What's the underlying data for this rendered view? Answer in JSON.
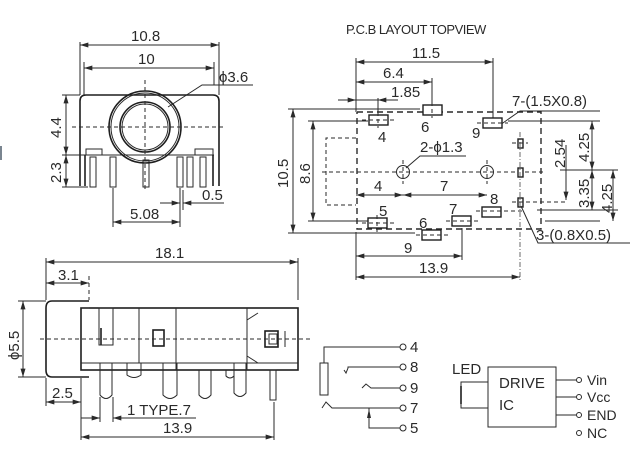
{
  "front_view": {
    "dims": {
      "overall_width": "10.8",
      "body_width": "10",
      "bore_diameter": "ϕ3.6",
      "body_height": "4.4",
      "pin_height": "2.3",
      "pin_pitch": "5.08",
      "pin_width": "0.5"
    }
  },
  "pcb_layout": {
    "title": "P.C.B LAYOUT TOPVIEW",
    "dims": {
      "width_11_5": "11.5",
      "width_6_4": "6.4",
      "offset_1_85": "1.85",
      "pad_spec": "7-(1.5X0.8)",
      "height_10_5": "10.5",
      "height_8_6": "8.6",
      "hole_spec": "2-ϕ1.3",
      "hole_offset_4": "4",
      "hole_spacing_7": "7",
      "pitch_2_54": "2.54",
      "right_4_25_top": "4.25",
      "right_3_35": "3.35",
      "right_4_25_bottom": "4.25",
      "small_pad_spec": "3-(0.8X0.5)",
      "bottom_9": "9",
      "bottom_13_9": "13.9"
    },
    "pad_labels": [
      "4",
      "6",
      "9",
      "8",
      "5",
      "6",
      "7"
    ]
  },
  "side_view": {
    "dims": {
      "overall_length": "18.1",
      "front_length": "3.1",
      "nose_diameter": "ϕ5.5",
      "nose_offset": "2.5",
      "pin_type": "1 TYPE.7",
      "body_length": "13.9"
    }
  },
  "schematic": {
    "jack_pins": [
      "4",
      "8",
      "9",
      "7",
      "5"
    ],
    "led_label": "LED",
    "ic_label_line1": "DRIVE",
    "ic_label_line2": "IC",
    "ic_pins": [
      "Vin",
      "Vcc",
      "END",
      "NC"
    ]
  }
}
